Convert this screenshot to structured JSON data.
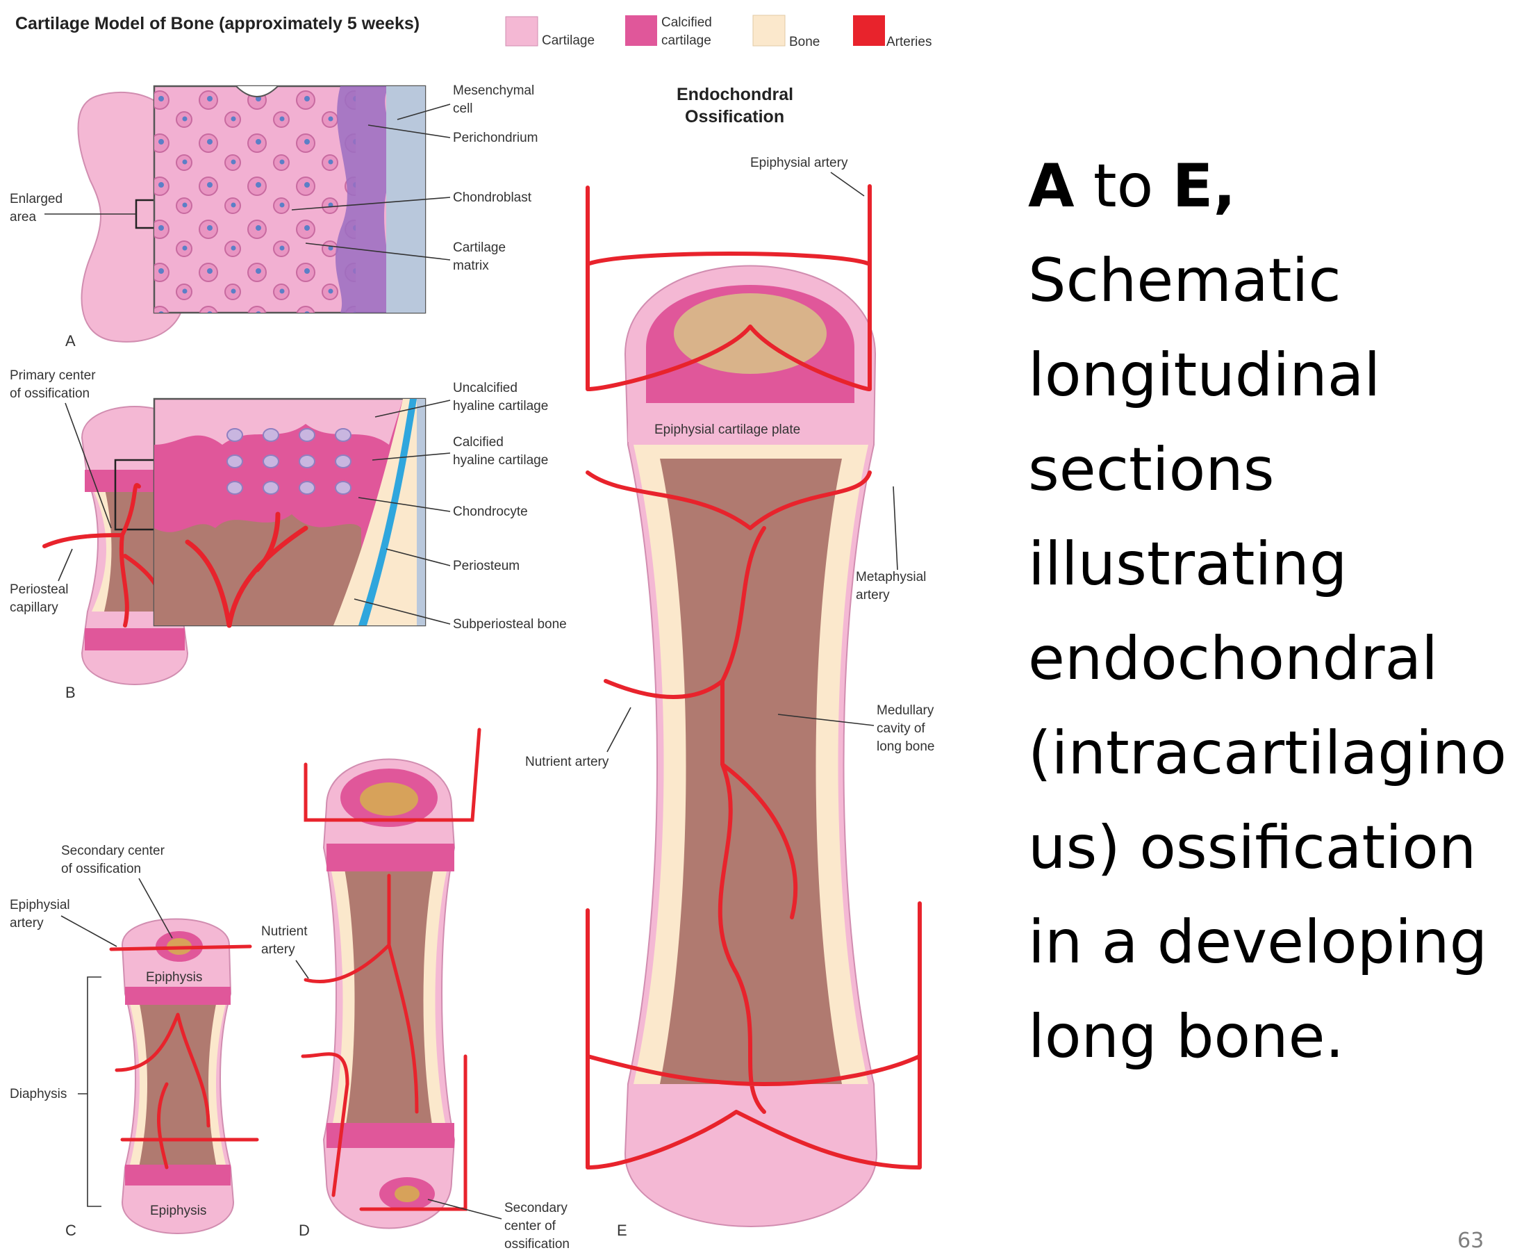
{
  "figure": {
    "title": "Cartilage Model of Bone (approximately 5 weeks)",
    "legend": [
      {
        "label_lines": [
          "Cartilage"
        ],
        "color": "#f4b8d4"
      },
      {
        "label_lines": [
          "Calcified",
          "cartilage"
        ],
        "color": "#e0579a"
      },
      {
        "label_lines": [
          "Bone"
        ],
        "color": "#fbe8cc"
      },
      {
        "label_lines": [
          "Arteries"
        ],
        "color": "#e8232c"
      }
    ],
    "e_heading": [
      "Endochondral",
      "Ossification"
    ],
    "panel_letters": {
      "a": "A",
      "b": "B",
      "c": "C",
      "d": "D",
      "e": "E"
    },
    "panel_a": {
      "left_labels": [
        "Enlarged",
        "area"
      ],
      "labels": [
        [
          "Mesenchymal",
          "cell"
        ],
        [
          "Perichondrium"
        ],
        [
          "Chondroblast"
        ],
        [
          "Cartilage",
          "matrix"
        ]
      ]
    },
    "panel_b": {
      "left_labels": [
        [
          "Primary center",
          "of ossification"
        ],
        [
          "Periosteal",
          "capillary"
        ]
      ],
      "labels": [
        [
          "Uncalcified",
          "hyaline cartilage"
        ],
        [
          "Calcified",
          "hyaline cartilage"
        ],
        [
          "Chondrocyte"
        ],
        [
          "Periosteum"
        ],
        [
          "Subperiosteal bone"
        ]
      ]
    },
    "panel_c": {
      "labels": [
        [
          "Secondary center",
          "of ossification"
        ],
        [
          "Epiphysial",
          "artery"
        ],
        [
          "Diaphysis"
        ]
      ],
      "epiphysis_label": "Epiphysis"
    },
    "panel_d": {
      "labels": [
        [
          "Nutrient",
          "artery"
        ],
        [
          "Secondary",
          "center of",
          "ossification"
        ]
      ]
    },
    "panel_e": {
      "labels": [
        [
          "Epiphysial artery"
        ],
        [
          "Epiphysial cartilage plate"
        ],
        [
          "Metaphysial",
          "artery"
        ],
        [
          "Nutrient artery"
        ],
        [
          "Medullary",
          "cavity of",
          "long bone"
        ]
      ]
    }
  },
  "caption": {
    "lines": [
      [
        {
          "text": "A",
          "bold": true
        },
        {
          "text": " to ",
          "bold": false
        },
        {
          "text": "E,",
          "bold": true
        }
      ],
      [
        {
          "text": "Schematic",
          "bold": false
        }
      ],
      [
        {
          "text": "longitudinal",
          "bold": false
        }
      ],
      [
        {
          "text": "sections",
          "bold": false
        }
      ],
      [
        {
          "text": "illustrating",
          "bold": false
        }
      ],
      [
        {
          "text": "endochondral",
          "bold": false
        }
      ],
      [
        {
          "text": "(intracartilagino",
          "bold": false
        }
      ],
      [
        {
          "text": "us) ossification",
          "bold": false
        }
      ],
      [
        {
          "text": "in a developing",
          "bold": false
        }
      ],
      [
        {
          "text": "long bone.",
          "bold": false
        }
      ]
    ]
  },
  "slide_number": "63"
}
